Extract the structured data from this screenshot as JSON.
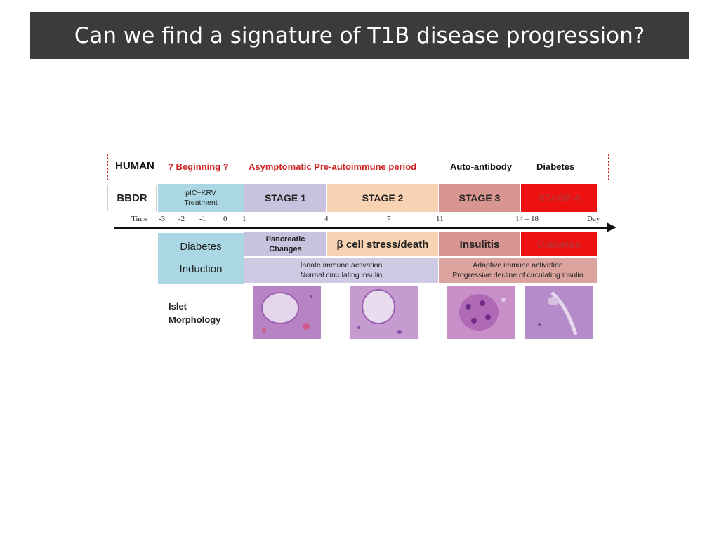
{
  "title": "Can we find a signature of T1B disease progression?",
  "human_row": {
    "label": "HUMAN",
    "beginning": "? Beginning ?",
    "asymptomatic": "Asymptomatic Pre-autoimmune period",
    "autoantibody": "Auto-antibody",
    "diabetes": "Diabetes"
  },
  "bbdr_row": {
    "label": "BBDR",
    "treatment_line1": "pIC+KRV",
    "treatment_line2": "Treatment",
    "stage1": "STAGE 1",
    "stage2": "STAGE 2",
    "stage3": "STAGE 3",
    "stage4": "STAGE 4"
  },
  "time_axis": {
    "label": "Time",
    "ticks": [
      "-3",
      "-2",
      "-1",
      "0",
      "1",
      "4",
      "7",
      "11",
      "14 – 18"
    ],
    "end_label": "Day"
  },
  "events": {
    "diabetes_induction_line1": "Diabetes",
    "diabetes_induction_line2": "Induction",
    "pancreatic_line1": "Pancreatic",
    "pancreatic_line2": "Changes",
    "beta_cell": "β cell stress/death",
    "insulitis": "Insulitis",
    "diabetes": "Diabetes",
    "innate_line1": "Innate immune activation",
    "innate_line2": "Normal circulating insulin",
    "adaptive_line1": "Adaptive immune activation",
    "adaptive_line2": "Progressive decline of circulating insulin"
  },
  "islet": {
    "line1": "Islet",
    "line2": "Morphology"
  },
  "colors": {
    "induction": "#aad7e3",
    "stage1": "#c8c2de",
    "stage2": "#f7d2b3",
    "stage3": "#d99590",
    "stage4": "#ee1111",
    "innate": "#cfcae3",
    "adaptive": "#dba39e"
  }
}
